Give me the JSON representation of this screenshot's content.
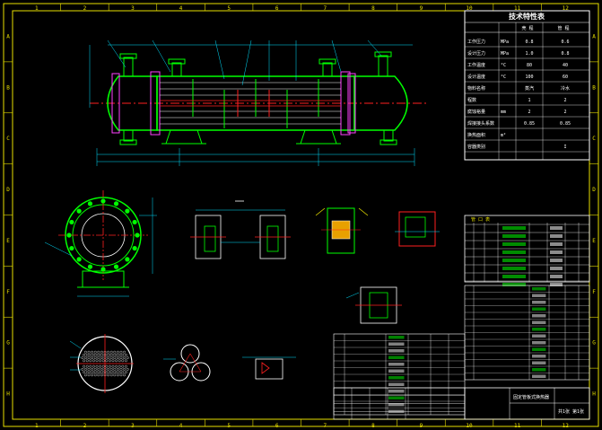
{
  "frame": {
    "columns": [
      "1",
      "2",
      "3",
      "4",
      "5",
      "6",
      "7",
      "8",
      "9",
      "10",
      "11",
      "12"
    ],
    "rows": [
      "A",
      "B",
      "C",
      "D",
      "E",
      "F",
      "G",
      "H"
    ]
  },
  "spec_table": {
    "title": "技术特性表",
    "header": [
      "",
      "壳 程",
      "管 程"
    ],
    "rows": [
      [
        "工作压力",
        "MPa",
        "0.8",
        "0.6"
      ],
      [
        "设计压力",
        "MPa",
        "1.0",
        "0.8"
      ],
      [
        "工作温度",
        "°C",
        "80",
        "40"
      ],
      [
        "设计温度",
        "°C",
        "100",
        "60"
      ],
      [
        "物料名称",
        "",
        "蒸汽",
        "冷水"
      ],
      [
        "程数",
        "",
        "1",
        "2"
      ],
      [
        "腐蚀裕量",
        "mm",
        "2",
        "2"
      ],
      [
        "焊接接头系数",
        "",
        "0.85",
        "0.85"
      ],
      [
        "换热面积",
        "m²",
        "",
        ""
      ],
      [
        "容器类别",
        "",
        "",
        "I"
      ]
    ]
  },
  "nozzle_table": {
    "title": "管 口 表",
    "rows": 7
  },
  "parts_table": {
    "rows": 16
  },
  "title_block": {
    "drawing_title": "固定管板式换热器",
    "sheet": "共1张 第1张"
  },
  "colors": {
    "frame": "#e8e000",
    "outline": "#00ff00",
    "center": "#ff2020",
    "dimension": "#00e0ff",
    "text": "#ffffff",
    "accent": "#ff40ff"
  }
}
